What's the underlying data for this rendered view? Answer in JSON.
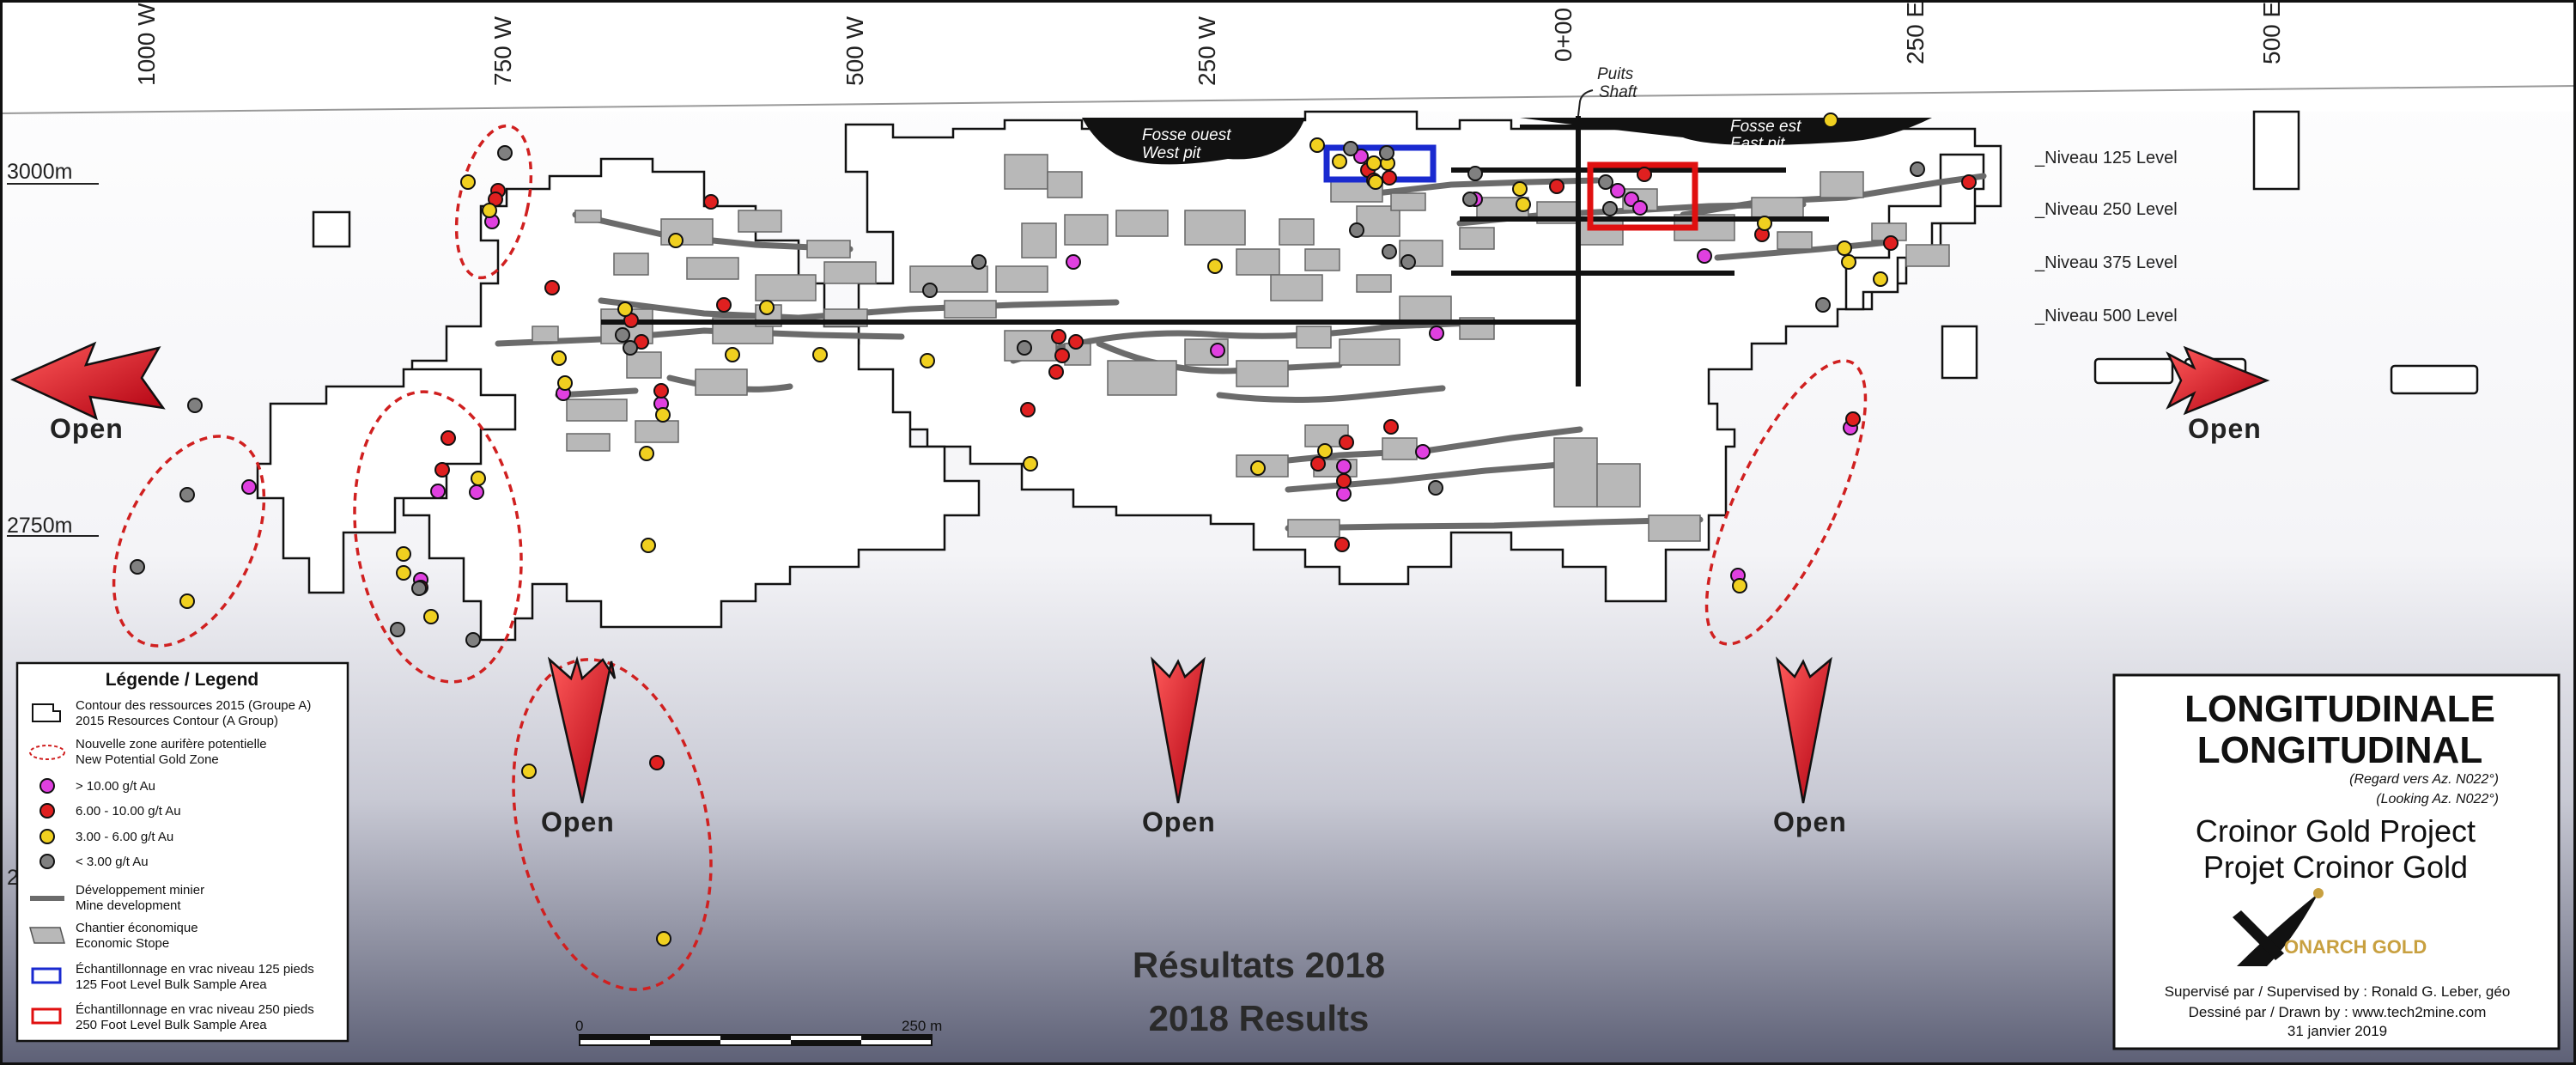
{
  "axis": {
    "ticks": [
      "1000 W",
      "750 W",
      "500 W",
      "250 W",
      "0+00",
      "250 E",
      "500 E"
    ]
  },
  "shaft_label": [
    "Puits",
    "Shaft"
  ],
  "pits": {
    "west": [
      "Fosse ouest",
      "West pit"
    ],
    "east": [
      "Fosse est",
      "East pit"
    ]
  },
  "levels": [
    "_Niveau 125 Level",
    "_Niveau 250 Level",
    "_Niveau 375 Level",
    "_Niveau 500 Level"
  ],
  "elevations": [
    "3000m",
    "2750m",
    "2"
  ],
  "open_label": "Open",
  "legend": {
    "title": "Légende / Legend",
    "items": [
      {
        "key": "resources",
        "lines": [
          "Contour des ressources 2015 (Groupe A)",
          "2015 Resources Contour (A Group)"
        ]
      },
      {
        "key": "new_zone",
        "lines": [
          "Nouvelle zone aurifère potentielle",
          "New Potential Gold Zone"
        ]
      },
      {
        "key": "gt10",
        "lines": [
          "> 10.00 g/t Au"
        ],
        "color": "#e040e0"
      },
      {
        "key": "6to10",
        "lines": [
          "6.00 - 10.00 g/t Au"
        ],
        "color": "#e02020"
      },
      {
        "key": "3to6",
        "lines": [
          "3.00 - 6.00 g/t Au"
        ],
        "color": "#f0d020"
      },
      {
        "key": "lt3",
        "lines": [
          "<  3.00 g/t Au"
        ],
        "color": "#808080"
      },
      {
        "key": "mine_dev",
        "lines": [
          "Développement minier",
          "Mine development"
        ]
      },
      {
        "key": "stope",
        "lines": [
          "Chantier économique",
          "Economic Stope"
        ]
      },
      {
        "key": "bulk125",
        "lines": [
          "Échantillonnage en vrac niveau 125 pieds",
          "125 Foot Level Bulk Sample Area"
        ]
      },
      {
        "key": "bulk250",
        "lines": [
          "Échantillonnage en vrac niveau 250 pieds",
          "250 Foot Level Bulk Sample Area"
        ]
      }
    ]
  },
  "title_block": {
    "title_fr": "LONGITUDINALE",
    "title_en": "LONGITUDINAL",
    "view_fr": "(Regard vers Az. N022°)",
    "view_en": "(Looking Az. N022°)",
    "project_en": "Croinor Gold Project",
    "project_fr": "Projet Croinor Gold",
    "brand": "ONARCH GOLD",
    "supervised": "Supervisé par / Supervised by : Ronald G. Leber, géo",
    "drawn": "Dessiné par / Drawn by :  www.tech2mine.com",
    "date": "31 janvier 2019"
  },
  "results": [
    "Résultats 2018",
    "2018 Results"
  ],
  "scale": {
    "start": "0",
    "end": "250 m"
  },
  "colors": {
    "gt10": "#e040e0",
    "6to10": "#e02020",
    "3to6": "#f0d020",
    "lt3": "#808080",
    "bulk125": "#1a2ad0",
    "bulk250": "#e01010",
    "arrow": "#e0202a",
    "stope": "#b8b8b8"
  }
}
